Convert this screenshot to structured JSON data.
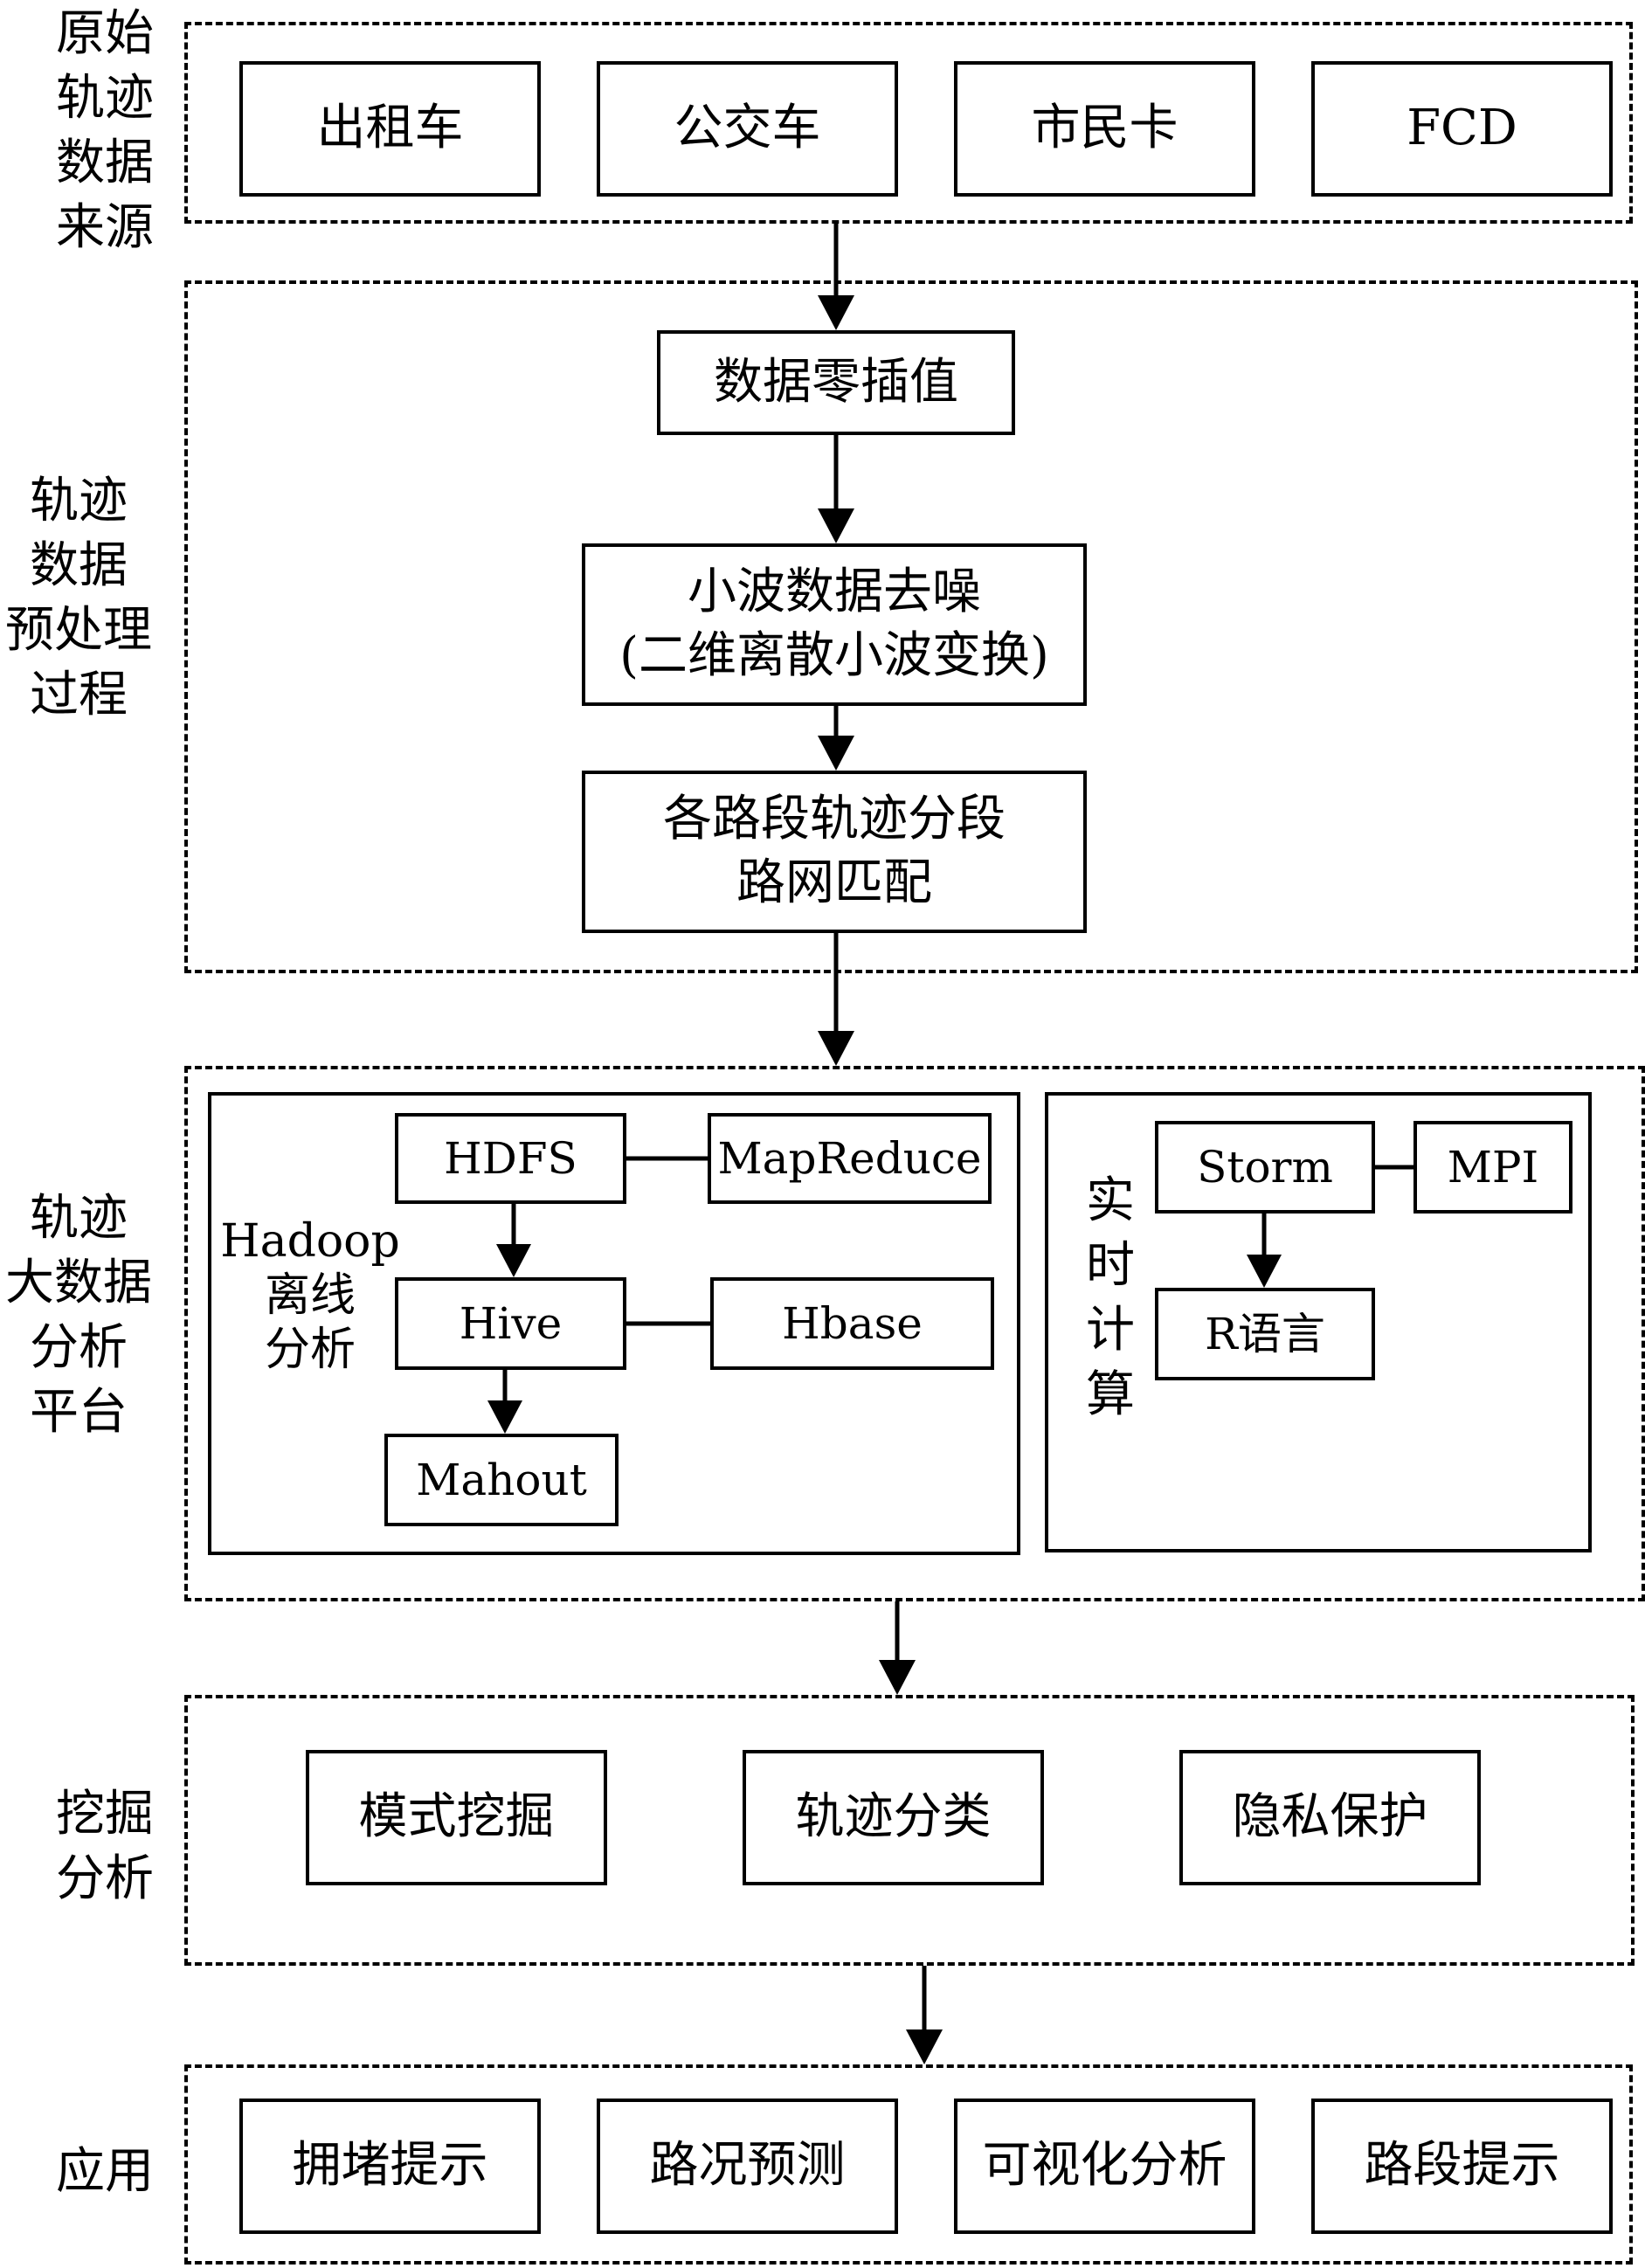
{
  "stages": {
    "sources": {
      "label_lines": [
        "原始",
        "轨迹",
        "数据",
        "来源"
      ],
      "items": [
        "出租车",
        "公交车",
        "市民卡",
        "FCD"
      ]
    },
    "preprocess": {
      "label_lines": [
        "轨迹",
        "数据",
        "预处理",
        "过程"
      ],
      "step1": "数据零插值",
      "step2_lines": [
        "小波数据去噪",
        "(二维离散小波变换)"
      ],
      "step3_lines": [
        "各路段轨迹分段",
        "路网匹配"
      ]
    },
    "platform": {
      "label_lines": [
        "轨迹",
        "大数据",
        "分析",
        "平台"
      ],
      "hadoop": {
        "label_lines": [
          "Hadoop",
          "离线",
          "分析"
        ],
        "hdfs": "HDFS",
        "mapreduce": "MapReduce",
        "hive": "Hive",
        "hbase": "Hbase",
        "mahout": "Mahout"
      },
      "realtime": {
        "label_lines": [
          "实",
          "时",
          "计",
          "算"
        ],
        "storm": "Storm",
        "mpi": "MPI",
        "r": "R语言"
      }
    },
    "mining": {
      "label_lines": [
        "挖掘",
        "分析"
      ],
      "items": [
        "模式挖掘",
        "轨迹分类",
        "隐私保护"
      ]
    },
    "application": {
      "label": "应用",
      "items": [
        "拥堵提示",
        "路况预测",
        "可视化分析",
        "路段提示"
      ]
    }
  }
}
